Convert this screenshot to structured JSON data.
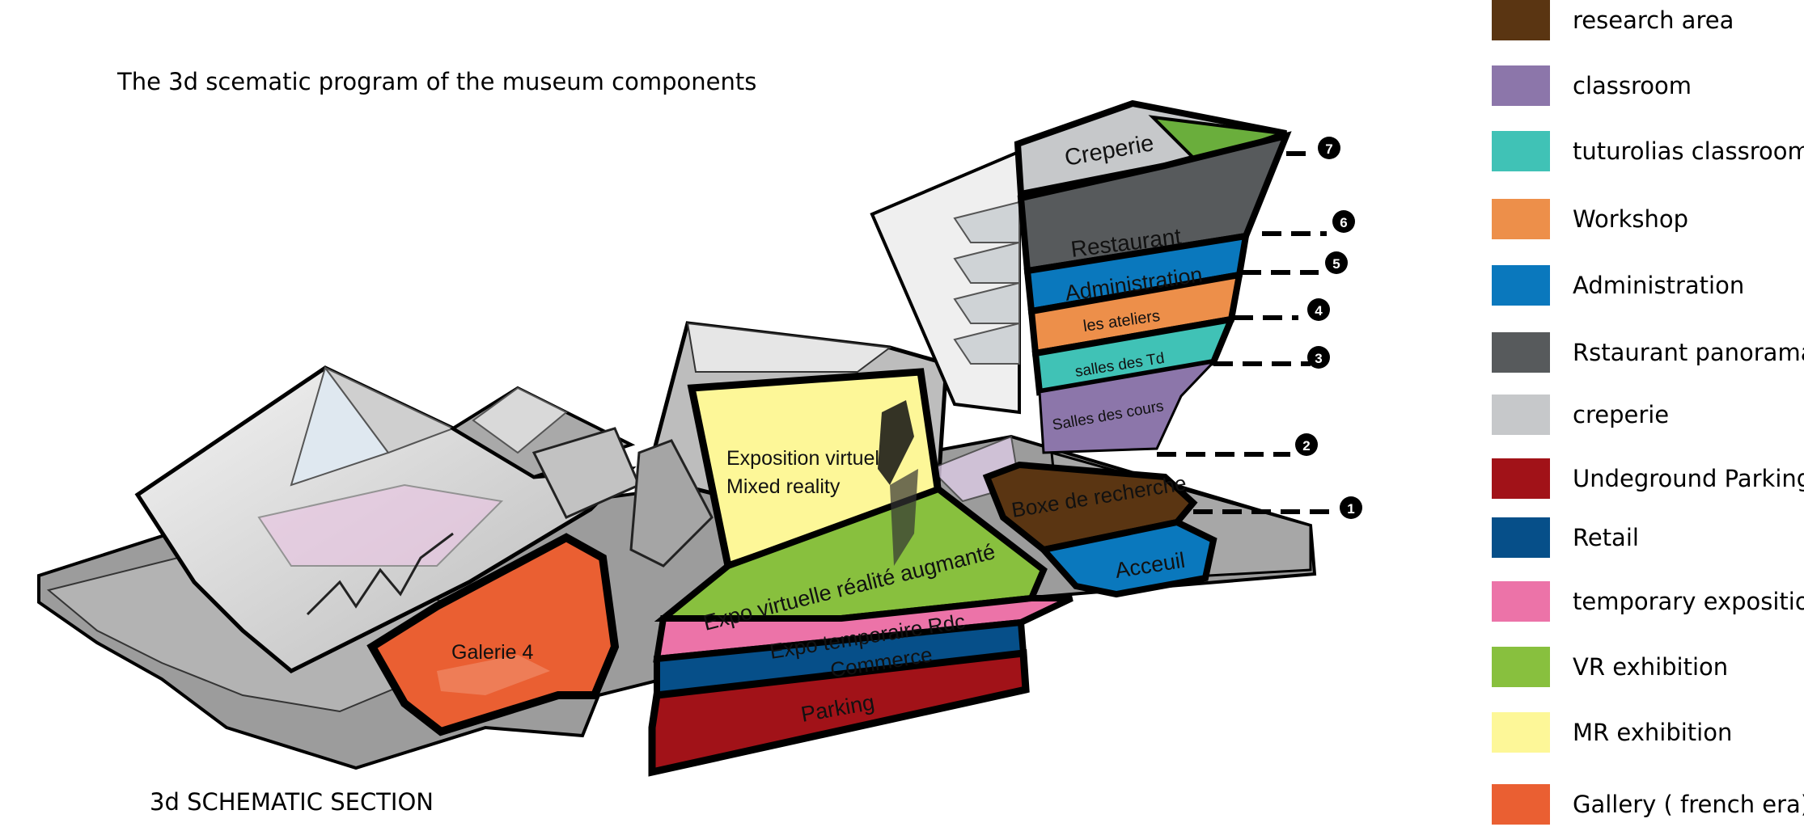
{
  "title": "The 3d scematic program of the museum components",
  "section_caption": "3d SCHEMATIC SECTION",
  "zones": {
    "creperie": "Creperie",
    "restaurant": "Restaurant",
    "administration": "Administration",
    "ateliers": "les ateliers",
    "salles_td": "salles des Td",
    "salles_cours": "Salles des cours",
    "boxe_recherche": "Boxe de recherche",
    "acceuil": "Acceuil",
    "exposition_virtuelle_line1": "Exposition virtuel",
    "exposition_virtuelle_line2": "Mixed reality",
    "expo_realite_augmentee": "Expo virtuelle réalité augmanté",
    "expo_temporaire": "Expo temporaire Rdc",
    "commerce": "Commerce",
    "parking": "Parking",
    "galerie4": "Galerie 4"
  },
  "markers": [
    "7",
    "6",
    "5",
    "4",
    "3",
    "2",
    "1"
  ],
  "legend": [
    {
      "label": "research area",
      "color": "#5a3512"
    },
    {
      "label": "classroom",
      "color": "#8c76aa"
    },
    {
      "label": "tuturolias classroom",
      "color": "#40c2b6"
    },
    {
      "label": "Workshop",
      "color": "#ed8f4a"
    },
    {
      "label": "Administration",
      "color": "#0a78bd"
    },
    {
      "label": "Rstaurant panorama",
      "color": "#575a5c"
    },
    {
      "label": " creperie",
      "color": "#c6c8ca"
    },
    {
      "label": "Undeground Parking",
      "color": "#a11218"
    },
    {
      "label": "Retail",
      "color": "#064f89"
    },
    {
      "label": "temporary exposition",
      "color": "#ec73a8"
    },
    {
      "label": "VR exhibition",
      "color": "#88c03e"
    },
    {
      "label": "MR exhibition",
      "color": "#fdf798"
    },
    {
      "label": "Gallery ( french era)",
      "color": "#ea5f32"
    }
  ]
}
